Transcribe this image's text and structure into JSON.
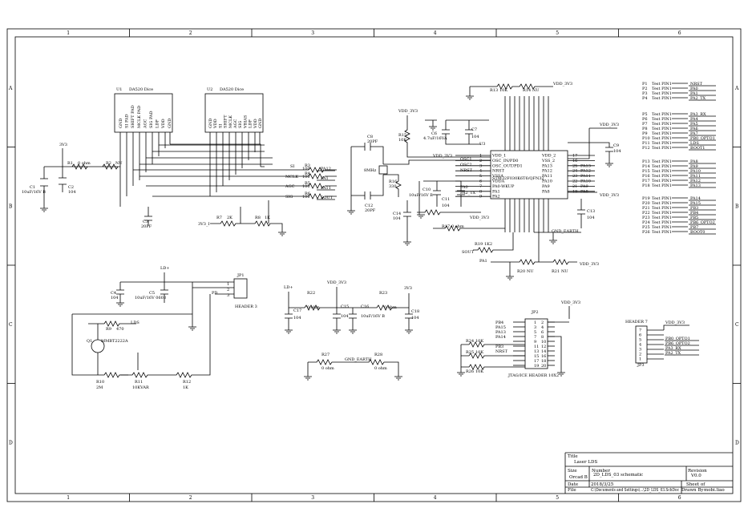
{
  "frame": {
    "columns": [
      "1",
      "2",
      "3",
      "4",
      "5",
      "6"
    ],
    "rows": [
      "A",
      "B",
      "C",
      "D"
    ]
  },
  "title_block": {
    "title_label": "Title",
    "title": "Laser LDS",
    "size_label": "Size",
    "size": "Orcad B",
    "number_label": "Number",
    "number": "2D_LDS_03 schematic",
    "revision_label": "Revision",
    "revision": "V0.0",
    "date_label": "Date",
    "date": "2018/3/25",
    "file_label": "File",
    "file": "C:\\Documents and Settings\\...\\2D_LDS_03.SchDoc",
    "sheet_label": "Sheet",
    "sheet_of": "of",
    "drawn_by_label": "Drawn By",
    "drawn_by": "mobi.liao"
  },
  "components": {
    "u1": {
      "ref": "U1",
      "part": "DA520 Dice",
      "pins": [
        "GND",
        "SI PAD",
        "SHIFT PAD",
        "MCLK PAD",
        "AGC",
        "SIG PAD",
        "LDP",
        "VDD",
        "GND"
      ]
    },
    "u2": {
      "ref": "U2",
      "part": "DA520 Dice",
      "pins": [
        "GND",
        "VDD",
        "SI",
        "SHIFT",
        "MCLK",
        "AGC",
        "SIG",
        "VBIAS",
        "LDP",
        "VDD",
        "GND"
      ]
    },
    "u3": {
      "ref": "U3",
      "part": "STM32F030K6T6/QFN32",
      "left_pins": [
        "VDD_1",
        "OSC_IN/PD0",
        "OSC_OUT/PD1",
        "NRST",
        "VSSA",
        "VDDA",
        "PA0-WKUP",
        "PA1",
        "PA2"
      ],
      "left_nums": [
        "1",
        "2",
        "3",
        "4",
        "5",
        "6",
        "7",
        "8",
        "9"
      ],
      "right_pins": [
        "VDD_2",
        "VSS_2",
        "PA13",
        "PA12",
        "PA11",
        "PA10",
        "PA9",
        "PA8"
      ],
      "right_nums": [
        "17",
        "16",
        "25",
        "24",
        "23",
        "22",
        "21",
        "19"
      ],
      "right_nets": [
        "",
        "",
        "PA13",
        "PA12",
        "PA11",
        "PA10",
        "PA9",
        "PA8"
      ]
    },
    "jp1": {
      "ref": "JP1",
      "part": "HEADER 3",
      "pins": [
        "1",
        "2",
        "3"
      ]
    },
    "jp2": {
      "ref": "JP2",
      "part": "JTAG/ICE HEADER 10X2",
      "left_nets": [
        "PB4",
        "PA15",
        "PA13",
        "PA14",
        "",
        "PB3",
        "NRST",
        "",
        ""
      ]
    },
    "jp3": {
      "ref": "JP3",
      "part": "HEADER 7",
      "nets": [
        "VDD_3V3",
        "PB0_OPTO1",
        "PB6_OPTO2",
        "PA3_RX",
        "PA2_TX"
      ]
    }
  },
  "labels": {
    "vdd": "VDD_3V3",
    "v3": "3V3",
    "ld": "LD+",
    "gnd_earth": "GND_EARTH",
    "si": "SI",
    "mclk": "MCLK",
    "agc": "AGC",
    "sig": "SIG",
    "pa12": "PA12",
    "pa1": "PA1",
    "pa11": "PA11",
    "sout": "SOUT",
    "pd": "PD",
    "lds": "LDS",
    "v33": "3V3_I",
    "nrst": "NRST",
    "pa3rx": "PA3_RX",
    "pa2tx": "PA2_TX",
    "pa0": "PA0",
    "pa1b": "PA1",
    "osc1": "OSC1",
    "osc2": "OSC2"
  },
  "passives": {
    "r1": {
      "ref": "R1",
      "val": "0 ohm"
    },
    "r2": {
      "ref": "R2",
      "val": "NU"
    },
    "r3": {
      "ref": "R3",
      "val": "100"
    },
    "r4": {
      "ref": "R4",
      "val": "100"
    },
    "r5": {
      "ref": "R5",
      "val": "100"
    },
    "r6": {
      "ref": "R6",
      "val": "100"
    },
    "r7": {
      "ref": "R7",
      "val": "2K"
    },
    "r8": {
      "ref": "R8",
      "val": "1K"
    },
    "r9": {
      "ref": "R9",
      "val": "470"
    },
    "r10": {
      "ref": "R10",
      "val": "2M"
    },
    "r11": {
      "ref": "R11",
      "val": "10KVAR"
    },
    "r12": {
      "ref": "R12",
      "val": "1K"
    },
    "r13": {
      "ref": "R13",
      "val": "10K"
    },
    "r14": {
      "ref": "R14",
      "val": "NU"
    },
    "r15": {
      "ref": "R15",
      "val": "10K"
    },
    "r16": {
      "ref": "R16",
      "val": "330"
    },
    "r17": {
      "ref": "R17",
      "val": "0 ohm"
    },
    "r18": {
      "ref": "R18",
      "val": "0 ohm"
    },
    "r19": {
      "ref": "R19",
      "val": "1K2"
    },
    "r20": {
      "ref": "R20",
      "val": "NU"
    },
    "r21": {
      "ref": "R21",
      "val": "NU"
    },
    "r22": {
      "ref": "R22",
      "val": "0 ohm"
    },
    "r23": {
      "ref": "R23",
      "val": "0 ohm"
    },
    "r24": {
      "ref": "R24",
      "val": "10K"
    },
    "r25": {
      "ref": "R25",
      "val": "10K"
    },
    "r26": {
      "ref": "R26",
      "val": "10K"
    },
    "r27": {
      "ref": "R27",
      "val": "0 ohm"
    },
    "r28": {
      "ref": "R28",
      "val": "0 ohm"
    },
    "c1": {
      "ref": "C1",
      "val": "10uF/16V B"
    },
    "c2": {
      "ref": "C2",
      "val": "104"
    },
    "c3": {
      "ref": "C3",
      "val": "20PF"
    },
    "c4": {
      "ref": "C4",
      "val": "104"
    },
    "c5": {
      "ref": "C5",
      "val": "10uF/16V 0603"
    },
    "c6": {
      "ref": "C6",
      "val": "4.7uF/16VA"
    },
    "c7": {
      "ref": "C7",
      "val": "104"
    },
    "c8": {
      "ref": "C8",
      "val": "20PF"
    },
    "c9": {
      "ref": "C9",
      "val": "104"
    },
    "c10": {
      "ref": "C10",
      "val": "10uF/16V B"
    },
    "c11": {
      "ref": "C11",
      "val": "104"
    },
    "c12": {
      "ref": "C12",
      "val": "20PF"
    },
    "c13": {
      "ref": "C13",
      "val": "104"
    },
    "c14": {
      "ref": "C14",
      "val": "104"
    },
    "c15": {
      "ref": "C15",
      "val": "104"
    },
    "c16": {
      "ref": "C16",
      "val": "10uF/16V B"
    },
    "c17": {
      "ref": "C17",
      "val": "104"
    },
    "c18": {
      "ref": "C18",
      "val": "104"
    },
    "q1": {
      "ref": "Q1",
      "val": "MMBT2222A"
    },
    "y1": {
      "ref": "Y1",
      "val": "8MHz"
    }
  },
  "test_pins": {
    "part": "Test PIN1",
    "group1": {
      "refs": [
        "P1",
        "P2",
        "P3",
        "P4"
      ],
      "nets": [
        "NRST",
        "PA0",
        "PA1",
        "PA2_TX"
      ]
    },
    "group2": {
      "refs": [
        "P5",
        "P6",
        "P7",
        "P8",
        "P9",
        "P10",
        "P11",
        "P12"
      ],
      "nets": [
        "PA3_RX",
        "PA4",
        "PA5",
        "PA6",
        "PA7",
        "PB0_OPTO1",
        "LDS",
        "BOOT1"
      ]
    },
    "group3": {
      "refs": [
        "P13",
        "P14",
        "P15",
        "P16",
        "P17",
        "P18"
      ],
      "nets": [
        "PA8",
        "PA9",
        "PA10",
        "PA11",
        "PA12",
        "PA13"
      ]
    },
    "group4": {
      "refs": [
        "P19",
        "P20",
        "P21",
        "P22",
        "P23",
        "P24",
        "P25",
        "P26"
      ],
      "nets": [
        "PA14",
        "PA15",
        "PB3",
        "PB4",
        "PB5",
        "PB6_OPTO2",
        "PB7",
        "BOOT0"
      ]
    }
  }
}
